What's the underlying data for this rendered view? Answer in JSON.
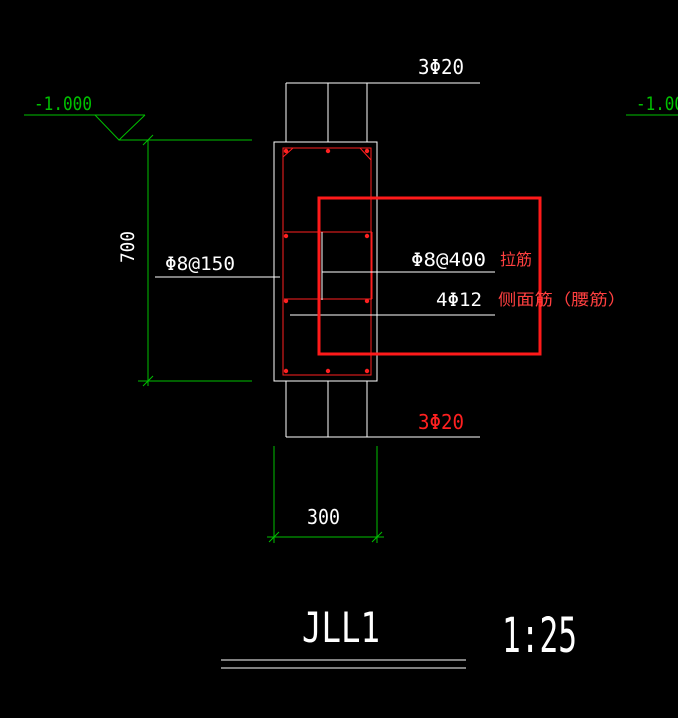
{
  "drawing": {
    "elevation_left": "-1.000",
    "elevation_right": "-1.00",
    "top_rebar": "3Φ20",
    "bottom_rebar": "3Φ20",
    "stirrup": "Φ8@150",
    "tie_bar": "Φ8@400",
    "side_bar": "4Φ12",
    "tie_note": "拉筋",
    "side_note": "侧面筋（腰筋）",
    "height_dim": "700",
    "width_dim": "300",
    "beam_name": "JLL1",
    "scale": "1:25"
  },
  "colors": {
    "background": "#000000",
    "line_white": "#ffffff",
    "dim_green": "#00c000",
    "rebar_red": "#ff2020",
    "highlight_red": "#ff1a1a",
    "annotation_red": "#ff4040"
  }
}
